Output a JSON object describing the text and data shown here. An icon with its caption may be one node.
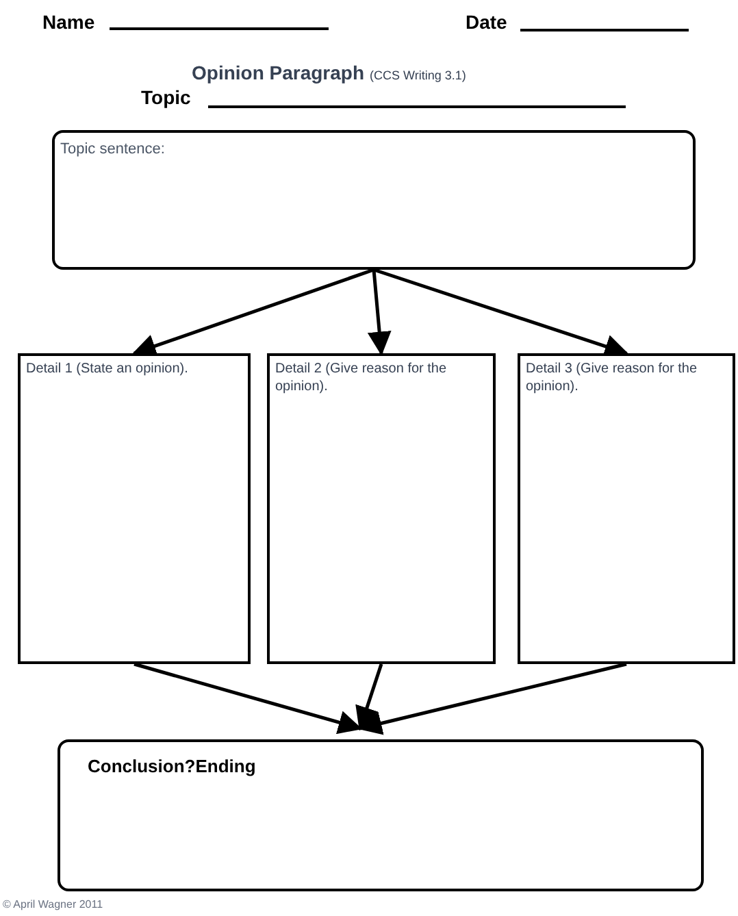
{
  "diagram": {
    "title": "Opinion Paragraph",
    "nodes": [
      {
        "text": [
          "Topic sentence:"
        ]
      },
      {
        "text": [
          "Detail 1 (State an opinion)."
        ]
      },
      {
        "text": [
          "Detail 2 (Give reason for the opinion)."
        ]
      },
      {
        "text": [
          "Detail 3 (Give reason for the opinion)."
        ]
      },
      {
        "text": [
          "Conclusion?Ending"
        ]
      }
    ],
    "edges": [
      {
        "from": 0,
        "to": 1,
        "arrow": "to"
      },
      {
        "from": 0,
        "to": 2,
        "arrow": "to"
      },
      {
        "from": 0,
        "to": 3,
        "arrow": "to"
      },
      {
        "from": 1,
        "to": 4,
        "arrow": "to"
      },
      {
        "from": 2,
        "to": 4,
        "arrow": "to"
      },
      {
        "from": 3,
        "to": 4,
        "arrow": "to"
      }
    ],
    "labels": [
      "Name",
      "Date",
      "(CCS Writing 3.1)",
      "Topic",
      "© April Wagner 2011"
    ]
  }
}
